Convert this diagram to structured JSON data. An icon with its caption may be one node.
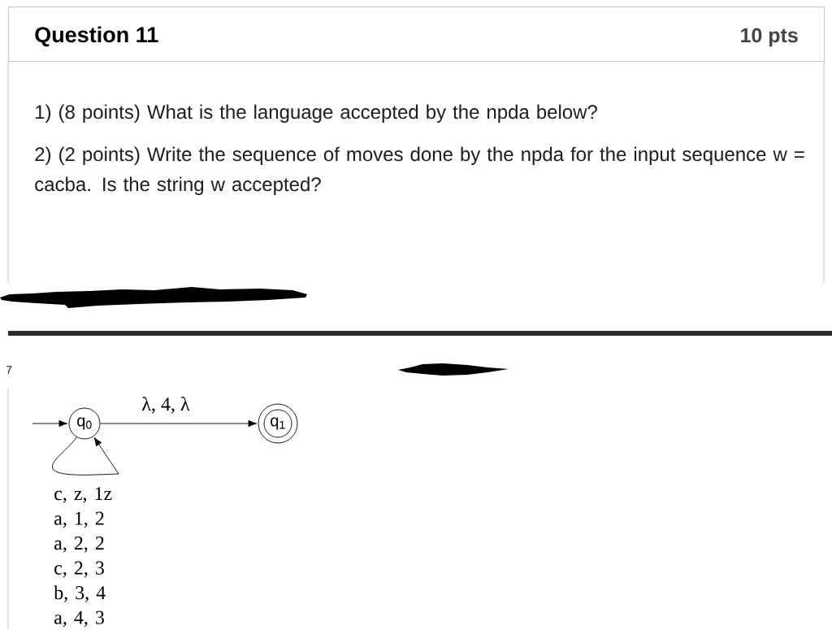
{
  "diagram": {
    "nodes": [
      {
        "text": [
          "Question 11",
          "10 pts"
        ]
      },
      {
        "text": [
          "1) (8 points) What is the language accepted by the npda below?",
          "2) (2 points) Write the sequence of moves done by the npda for the input sequence w = cacba. Is the string w accepted?"
        ]
      },
      {
        "text": [
          "q$_{0}$"
        ]
      },
      {
        "text": [
          "q$_{1}$"
        ]
      }
    ],
    "edges": [
      {
        "from": null,
        "to": 2,
        "arrow": "to"
      },
      {
        "from": 2,
        "to": 3,
        "arrow": "to",
        "label": "λ, 4, λ"
      },
      {
        "from": 2,
        "to": 2,
        "arrow": "to",
        "label": "c, z, 1z a, 1, 2 a, 2, 2 c, 2, 3 b, 3, 4 a, 4, 3"
      }
    ],
    "labels": [
      "7"
    ]
  }
}
